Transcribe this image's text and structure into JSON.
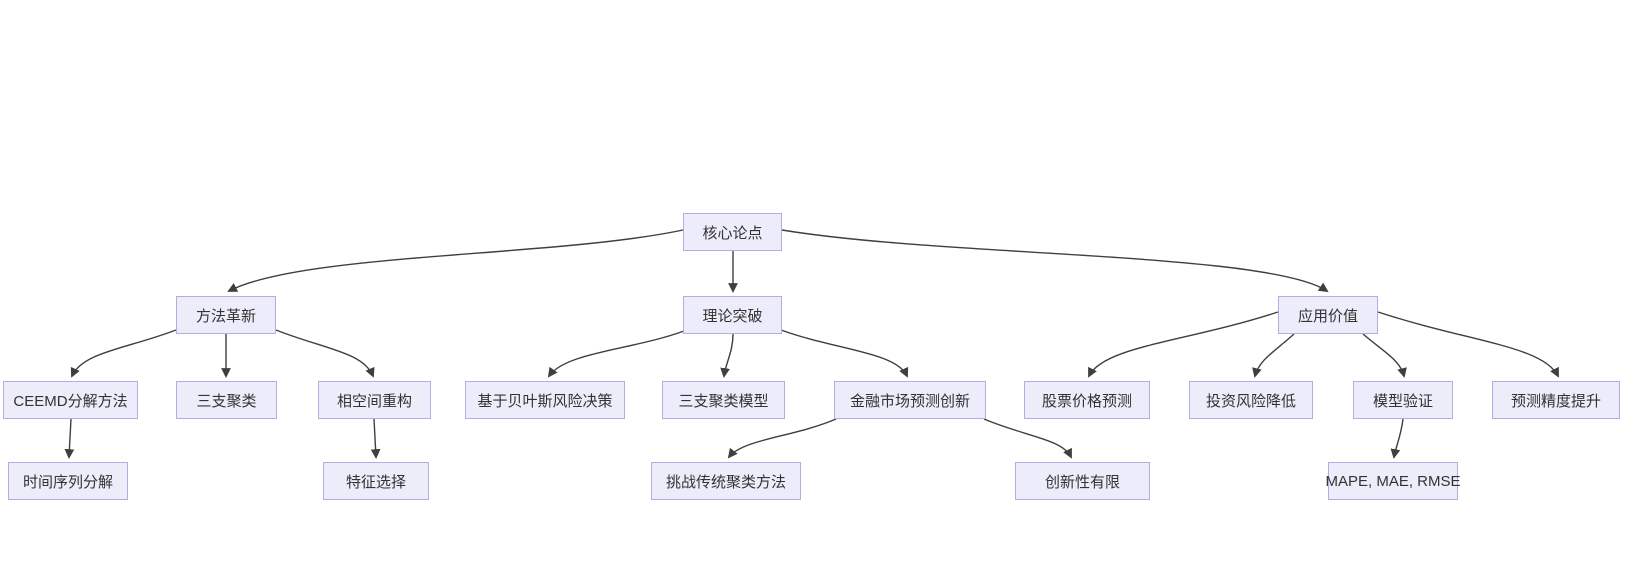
{
  "diagram": {
    "type": "flowchart-top-down",
    "colors": {
      "node_fill": "#ececfa",
      "node_border": "#b3aedd",
      "edge": "#3f3f3f",
      "text": "#333333",
      "background": "#ffffff"
    },
    "nodes": {
      "core": "核心论点",
      "method": "方法革新",
      "theory": "理论突破",
      "value": "应用价值",
      "ceemd": "CEEMD分解方法",
      "three_way": "三支聚类",
      "phase_space": "相空间重构",
      "bayes": "基于贝叶斯风险决策",
      "three_way_model": "三支聚类模型",
      "fin_forecast": "金融市场预测创新",
      "stock": "股票价格预测",
      "invest_risk": "投资风险降低",
      "model_valid": "模型验证",
      "pred_acc": "预测精度提升",
      "time_series": "时间序列分解",
      "feature_sel": "特征选择",
      "challenge": "挑战传统聚类方法",
      "limited": "创新性有限",
      "metrics": "MAPE, MAE, RMSE"
    },
    "edges": [
      {
        "from": "core",
        "to": "method"
      },
      {
        "from": "core",
        "to": "theory"
      },
      {
        "from": "core",
        "to": "value"
      },
      {
        "from": "method",
        "to": "ceemd"
      },
      {
        "from": "method",
        "to": "three_way"
      },
      {
        "from": "method",
        "to": "phase_space"
      },
      {
        "from": "theory",
        "to": "bayes"
      },
      {
        "from": "theory",
        "to": "three_way_model"
      },
      {
        "from": "theory",
        "to": "fin_forecast"
      },
      {
        "from": "fin_forecast",
        "to": "challenge"
      },
      {
        "from": "fin_forecast",
        "to": "limited"
      },
      {
        "from": "value",
        "to": "stock"
      },
      {
        "from": "value",
        "to": "invest_risk"
      },
      {
        "from": "value",
        "to": "model_valid"
      },
      {
        "from": "value",
        "to": "pred_acc"
      },
      {
        "from": "ceemd",
        "to": "time_series"
      },
      {
        "from": "phase_space",
        "to": "feature_sel"
      },
      {
        "from": "model_valid",
        "to": "metrics"
      }
    ]
  }
}
